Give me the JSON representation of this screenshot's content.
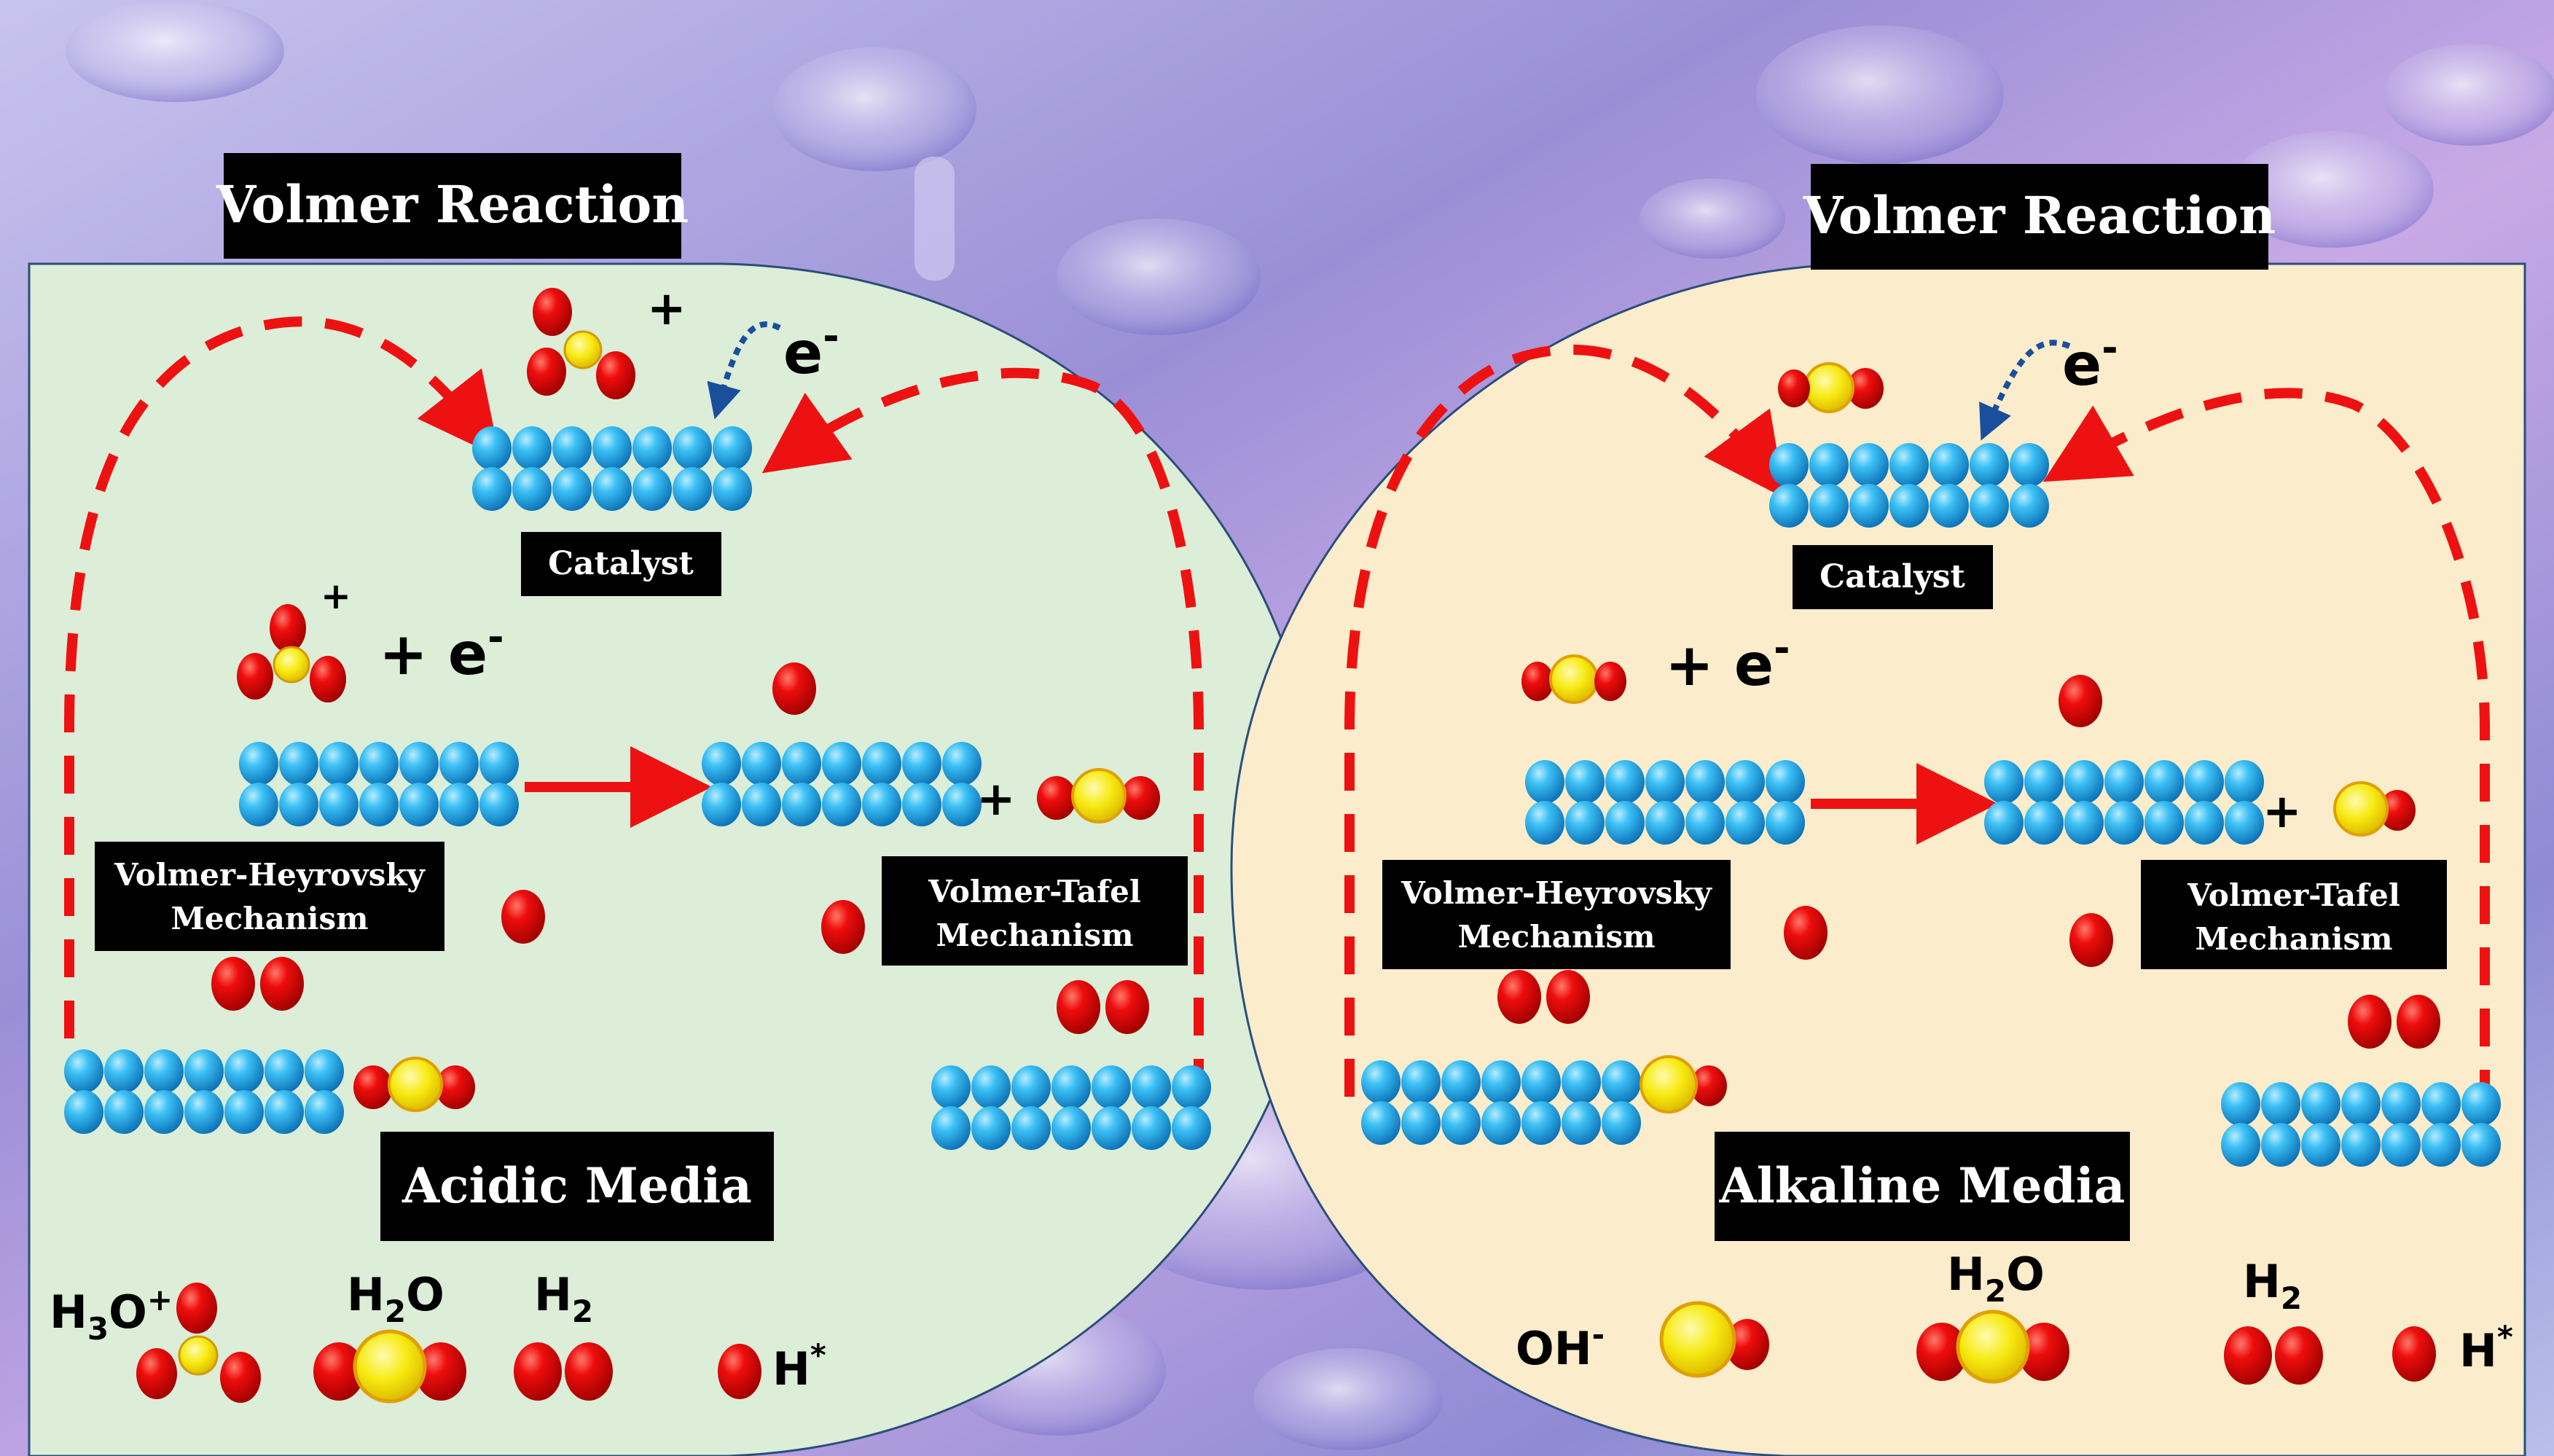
{
  "left_panel": {
    "title": "Volmer Reaction",
    "catalyst_label": "Catalyst",
    "electron": "e",
    "electron_charge": "-",
    "cation_charge": "+",
    "plus": "+",
    "reactant_sign": "+ e",
    "reactant_charge": "-",
    "mechanism_left": [
      "Volmer-Heyrovsky",
      "Mechanism"
    ],
    "mechanism_right": [
      "Volmer-Tafel",
      "Mechanism"
    ],
    "media": "Acidic Media",
    "legend": {
      "h3o": "H",
      "h3o_sub": "3",
      "h3o_o": "O",
      "h3o_sup": "+",
      "h2o": "H",
      "h2o_sub": "2",
      "h2o_o": "O",
      "h2": "H",
      "h2_sub": "2",
      "hstar": "H",
      "hstar_sup": "*"
    }
  },
  "right_panel": {
    "title": "Volmer Reaction",
    "catalyst_label": "Catalyst",
    "electron": "e",
    "electron_charge": "-",
    "plus": "+",
    "reactant_sign": "+ e",
    "reactant_charge": "-",
    "mechanism_left": [
      "Volmer-Heyrovsky",
      "Mechanism"
    ],
    "mechanism_right": [
      "Volmer-Tafel",
      "Mechanism"
    ],
    "media": "Alkaline Media",
    "legend": {
      "oh": "OH",
      "oh_sup": "-",
      "h2o": "H",
      "h2o_sub": "2",
      "h2o_o": "O",
      "h2": "H",
      "h2_sub": "2",
      "hstar": "H",
      "hstar_sup": "*"
    }
  },
  "colors": {
    "left_bg": "#dcedd8",
    "right_bg": "#fbeccb",
    "dashed_arrow": "#ee1111",
    "hydrogen": "#e00000",
    "oxygen": "#f5e600",
    "catalyst_atom": "#1aa3e6",
    "label_box": "#000000"
  }
}
